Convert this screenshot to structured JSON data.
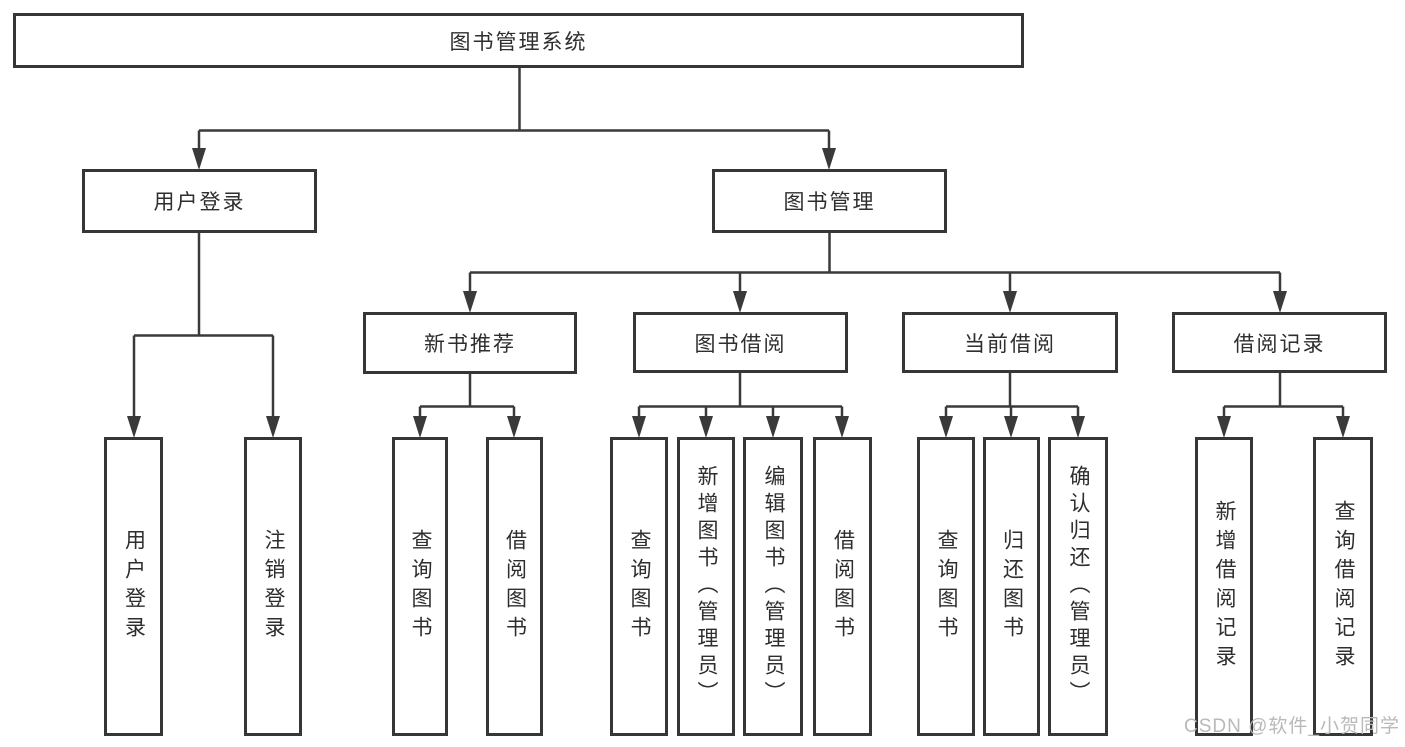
{
  "tree": {
    "root": {
      "label": "图书管理系统"
    },
    "branches": [
      {
        "label": "用户登录",
        "children": [
          {
            "label": "用户登录"
          },
          {
            "label": "注销登录"
          }
        ]
      },
      {
        "label": "图书管理",
        "children": [
          {
            "label": "新书推荐",
            "children": [
              {
                "label": "查询图书"
              },
              {
                "label": "借阅图书"
              }
            ]
          },
          {
            "label": "图书借阅",
            "children": [
              {
                "label": "查询图书"
              },
              {
                "label": "新增图书（管理员）"
              },
              {
                "label": "编辑图书（管理员）"
              },
              {
                "label": "借阅图书"
              }
            ]
          },
          {
            "label": "当前借阅",
            "children": [
              {
                "label": "查询图书"
              },
              {
                "label": "归还图书"
              },
              {
                "label": "确认归还（管理员）"
              }
            ]
          },
          {
            "label": "借阅记录",
            "children": [
              {
                "label": "新增借阅记录"
              },
              {
                "label": "查询借阅记录"
              }
            ]
          }
        ]
      }
    ]
  },
  "watermark": "CSDN @软件_小贺同学",
  "colors": {
    "line": "#3a3a3a",
    "box_border": "#363636",
    "text": "#2e2e2e",
    "watermark": "#b9b9b9",
    "background": "#ffffff"
  }
}
